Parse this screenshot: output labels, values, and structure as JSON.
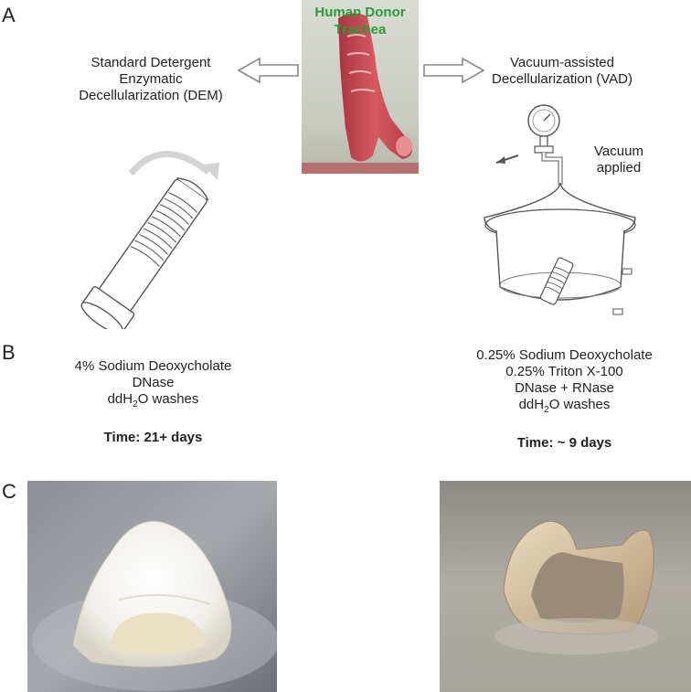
{
  "panels": {
    "a": "A",
    "b": "B",
    "c": "C"
  },
  "donor": {
    "line1": "Human Donor",
    "line2": "Trachea"
  },
  "dem": {
    "line1": "Standard Detergent",
    "line2": "Enzymatic",
    "line3": "Decellularization (DEM)"
  },
  "vad": {
    "line1": "Vacuum-assisted",
    "line2": "Decellularization (VAD)"
  },
  "vacuum": {
    "line1": "Vacuum",
    "line2": "applied"
  },
  "protocol_dem": {
    "line1": "4% Sodium Deoxycholate",
    "line2": "DNase",
    "line3_pre": "ddH",
    "line3_sub": "2",
    "line3_post": "O washes",
    "time": "Time: 21+ days"
  },
  "protocol_vad": {
    "line1": "0.25% Sodium Deoxycholate",
    "line2": "0.25% Triton X-100",
    "line3": "DNase  + RNase",
    "line4_pre": "ddH",
    "line4_sub": "2",
    "line4_post": "O washes",
    "time": "Time: ~ 9 days"
  },
  "colors": {
    "trachea": "#c94a52",
    "donor_label": "#2a9a3a",
    "outline": "#555555"
  }
}
